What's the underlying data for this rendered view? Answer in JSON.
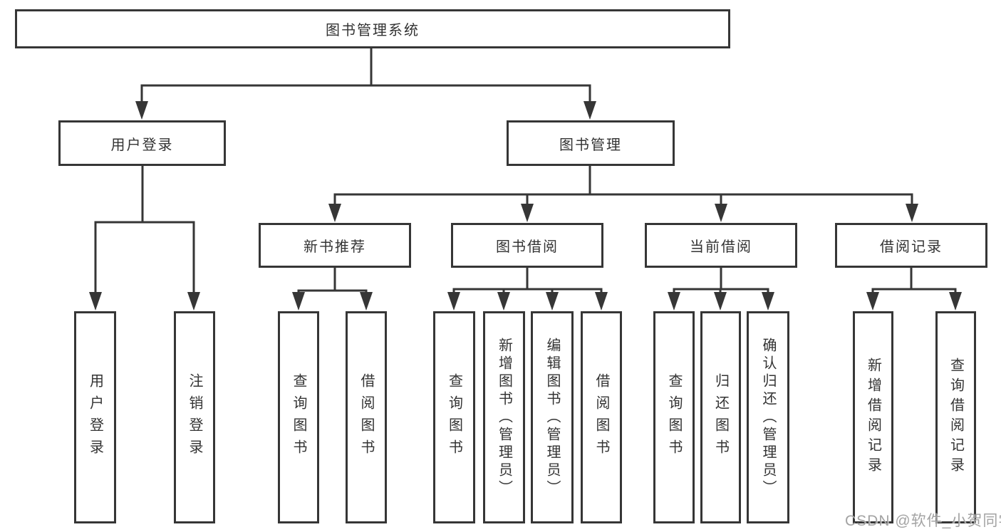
{
  "diagram": {
    "root": {
      "label": "图书管理系统"
    },
    "level2": [
      {
        "label": "用户登录"
      },
      {
        "label": "图书管理"
      }
    ],
    "level3": [
      {
        "label": "新书推荐"
      },
      {
        "label": "图书借阅"
      },
      {
        "label": "当前借阅"
      },
      {
        "label": "借阅记录"
      }
    ],
    "leaves": {
      "user_login": [
        "用户登录",
        "注销登录"
      ],
      "new_books": [
        "查询图书",
        "借阅图书"
      ],
      "book_borrow": [
        "查询图书",
        "新增图书（管理员）",
        "编辑图书（管理员）",
        "借阅图书"
      ],
      "current_borrow": [
        "查询图书",
        "归还图书",
        "确认归还（管理员）"
      ],
      "borrow_records": [
        "新增借阅记录",
        "查询借阅记录"
      ]
    },
    "colors": {
      "line": "#363636",
      "text": "#333333",
      "watermark": "#9e9e9e"
    }
  },
  "watermark": {
    "text": "CSDN @软件_小贺同学"
  }
}
